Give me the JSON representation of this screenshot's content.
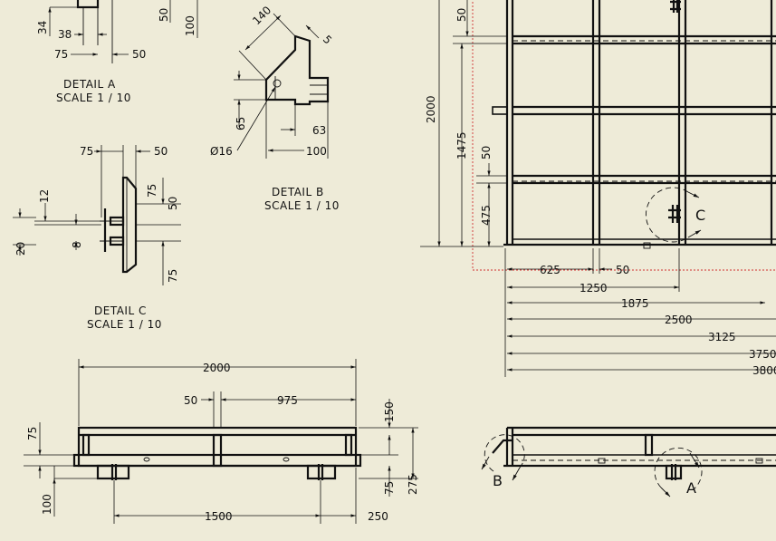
{
  "details": {
    "a": {
      "title": "DETAIL  A",
      "scale": "SCALE 1 / 10",
      "dims": [
        "34",
        "38",
        "75",
        "50",
        "50",
        "100"
      ]
    },
    "b": {
      "title": "DETAIL  B",
      "scale": "SCALE 1 / 10",
      "dims": [
        "140",
        "5",
        "65",
        "63",
        "Ø16",
        "100"
      ]
    },
    "c": {
      "title": "DETAIL  C",
      "scale": "SCALE 1 / 10",
      "dims": [
        "75",
        "50",
        "12",
        "75",
        "50",
        "20",
        "8",
        "75"
      ]
    }
  },
  "main_view": {
    "vertical_dims": [
      "50",
      "2000",
      "1475",
      "50",
      "475"
    ],
    "horizontal_dims": [
      "625",
      "50",
      "1250",
      "1875",
      "2500",
      "3125",
      "3750",
      "3800"
    ],
    "callout_c": "C"
  },
  "side_view": {
    "dims": [
      "2000",
      "50",
      "975",
      "150",
      "75",
      "275",
      "100",
      "75",
      "1500",
      "250"
    ]
  },
  "front_view": {
    "callout_a": "A",
    "callout_b": "B"
  }
}
